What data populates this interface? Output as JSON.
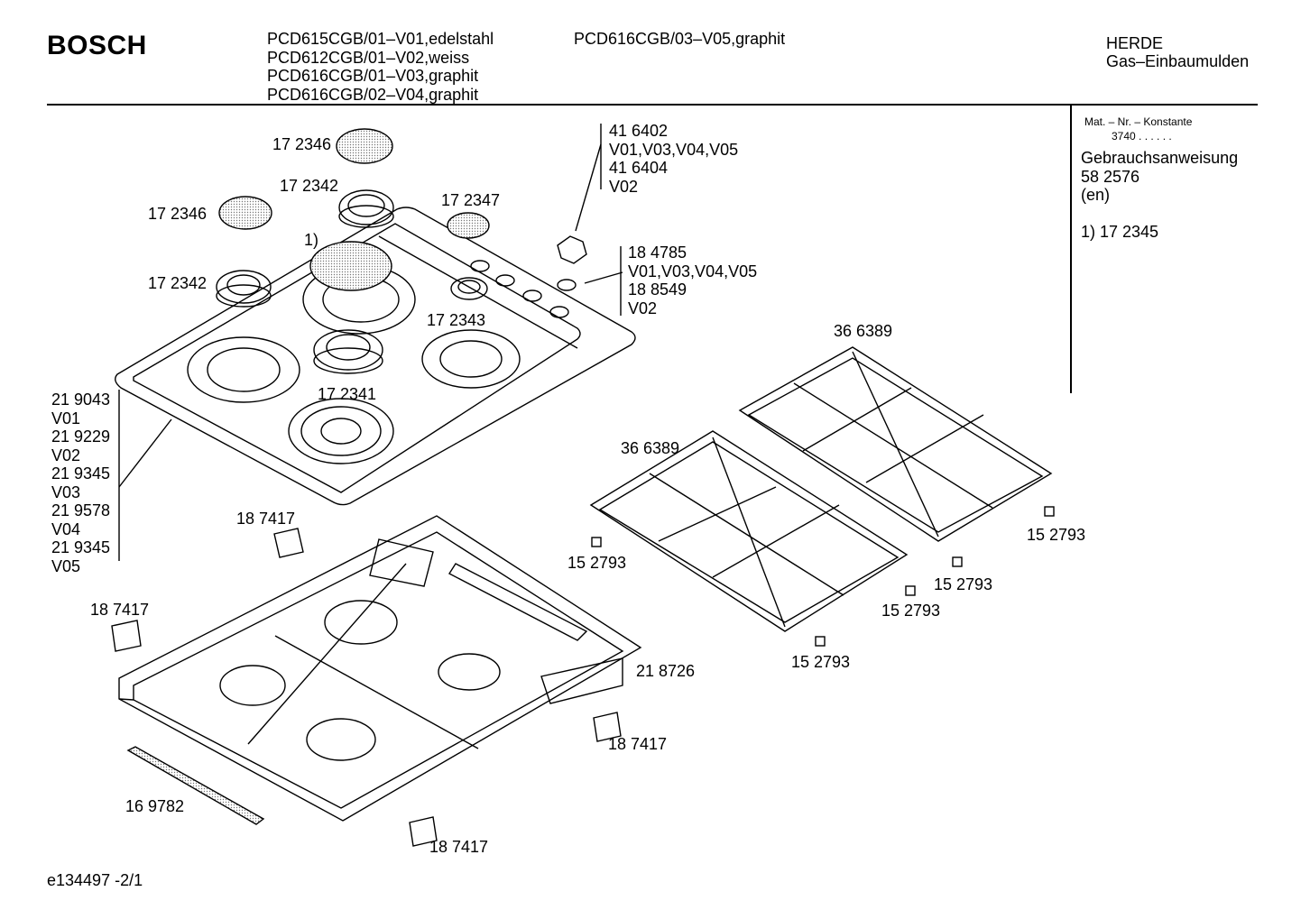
{
  "header": {
    "brand": "BOSCH",
    "models_col1": [
      "PCD615CGB/01–V01,edelstahl",
      "PCD612CGB/01–V02,weiss",
      "PCD616CGB/01–V03,graphit",
      "PCD616CGB/02–V04,graphit"
    ],
    "models_col2": "PCD616CGB/03–V05,graphit",
    "category": "HERDE",
    "subcategory": "Gas–Einbaumulden"
  },
  "sidebar": {
    "mat_label": "Mat. – Nr. – Konstante",
    "mat_value": "3740  .  .   .  .  .  .",
    "lines": [
      "Gebrauchsanweisung",
      "58 2576",
      "(en)",
      "",
      "1)  17 2345"
    ]
  },
  "parts": {
    "cap_top": "17 2346",
    "cap_left": "17 2346",
    "burner_top": "17 2342",
    "cap_small": "17 2347",
    "note_marker": "1)",
    "burner_left": "17 2342",
    "burner_small": "17 2343",
    "burner_large": "17 2341",
    "grate_back": "36 6389",
    "grate_front": "36 6389",
    "foot_1": "15 2793",
    "foot_2": "15 2793",
    "foot_3": "15 2793",
    "foot_4": "15 2793",
    "foot_5": "15 2793",
    "clip_1": "18 7417",
    "clip_2": "18 7417",
    "clip_3": "18 7417",
    "clip_4": "18 7417",
    "frame": "21 8726",
    "seal": "16 9782"
  },
  "groups": {
    "knob": [
      "41 6402",
      "V01,V03,V04,V05",
      "41 6404",
      "V02"
    ],
    "ring": [
      "18 4785",
      "V01,V03,V04,V05",
      "18 8549",
      "V02"
    ],
    "hob": [
      "21 9043",
      "V01",
      "21 9229",
      "V02",
      "21 9345",
      "V03",
      "21 9578",
      "V04",
      "21 9345",
      "V05"
    ]
  },
  "footer": {
    "code": "e134497  -2/1"
  }
}
